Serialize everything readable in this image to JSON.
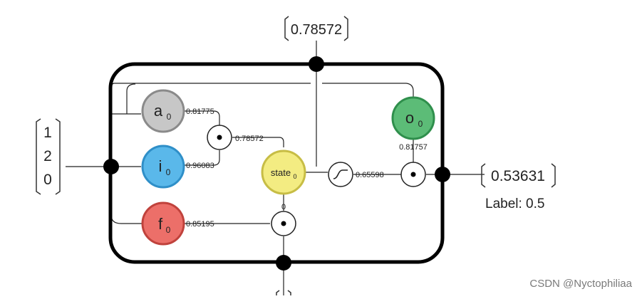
{
  "diagram": {
    "input_vector": [
      "1",
      "2",
      "0"
    ],
    "top_output_value": "0.78572",
    "output_value": "0.53631",
    "label_text": "Label: 0.5",
    "nodes": {
      "a": {
        "main": "a",
        "sub": "0",
        "color": "#c7c7c7"
      },
      "i": {
        "main": "i",
        "sub": "0",
        "color": "#5ab8ea"
      },
      "f": {
        "main": "f",
        "sub": "0",
        "color": "#ec6f69"
      },
      "o": {
        "main": "o",
        "sub": "0",
        "color": "#5cbc77"
      },
      "state": {
        "main": "state",
        "sub": "0",
        "color": "#f3ec82"
      }
    },
    "values": {
      "a_out": "0.81775",
      "i_out": "0.96083",
      "ai_product": "0.78572",
      "f_out": "0.85195",
      "prev_state": "0",
      "tanh_out": "0.65598",
      "o_out": "0.81757"
    },
    "icons": {
      "multiply": "multiply-dot-icon",
      "tanh": "tanh-curve-icon",
      "junction": "junction-dot-icon"
    }
  },
  "watermark": "CSDN @Nyctophiliaa"
}
